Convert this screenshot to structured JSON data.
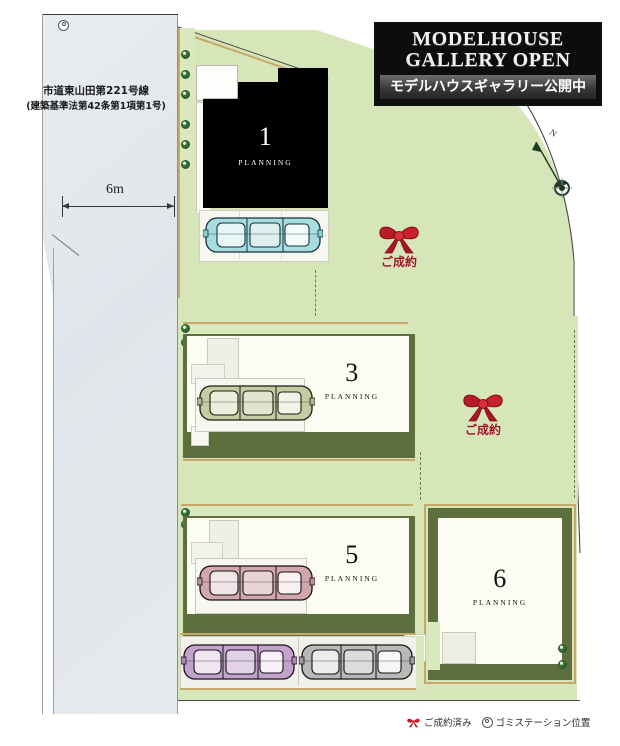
{
  "banner": {
    "line1": "MODELHOUSE",
    "line2": "GALLERY OPEN",
    "subtitle": "モデルハウスギャラリー公開中"
  },
  "road": {
    "name": "市道東山田第221号線",
    "spec": "(建築基準法第42条第1項第1号)",
    "width_label": "6m"
  },
  "compass": {
    "north_label": "N"
  },
  "lots": [
    {
      "id": "1",
      "number": "1",
      "planning": "PLANNING",
      "style": "black",
      "sold": false
    },
    {
      "id": "3",
      "number": "3",
      "planning": "PLANNING",
      "style": "cream",
      "sold": false
    },
    {
      "id": "5",
      "number": "5",
      "planning": "PLANNING",
      "style": "cream",
      "sold": false
    },
    {
      "id": "6",
      "number": "6",
      "planning": "PLANNING",
      "style": "cream",
      "sold": false
    }
  ],
  "sold_marks": [
    {
      "caption": "ご成約",
      "icon": "ribbon-icon"
    },
    {
      "caption": "ご成約",
      "icon": "ribbon-icon"
    }
  ],
  "legend": [
    {
      "icon": "ribbon-icon",
      "label": "ご成約済み"
    },
    {
      "icon": "garbage-station-icon",
      "label": "ゴミステーション位置"
    }
  ],
  "cars": [
    {
      "lot": "1",
      "color_name": "teal"
    },
    {
      "lot": "3",
      "color_name": "olive"
    },
    {
      "lot": "5",
      "color_name": "rose"
    },
    {
      "lot": "parking-left",
      "color_name": "purple"
    },
    {
      "lot": "parking-right",
      "color_name": "silver"
    }
  ],
  "colors": {
    "lawn": "#d6e6b9",
    "dark_green": "#5d6f3c",
    "cream": "#fdfcf3",
    "black_lot": "#000000",
    "road": "#e4e9ee",
    "ribbon_red": "#9b1622",
    "tan_border": "#c6a86a"
  }
}
